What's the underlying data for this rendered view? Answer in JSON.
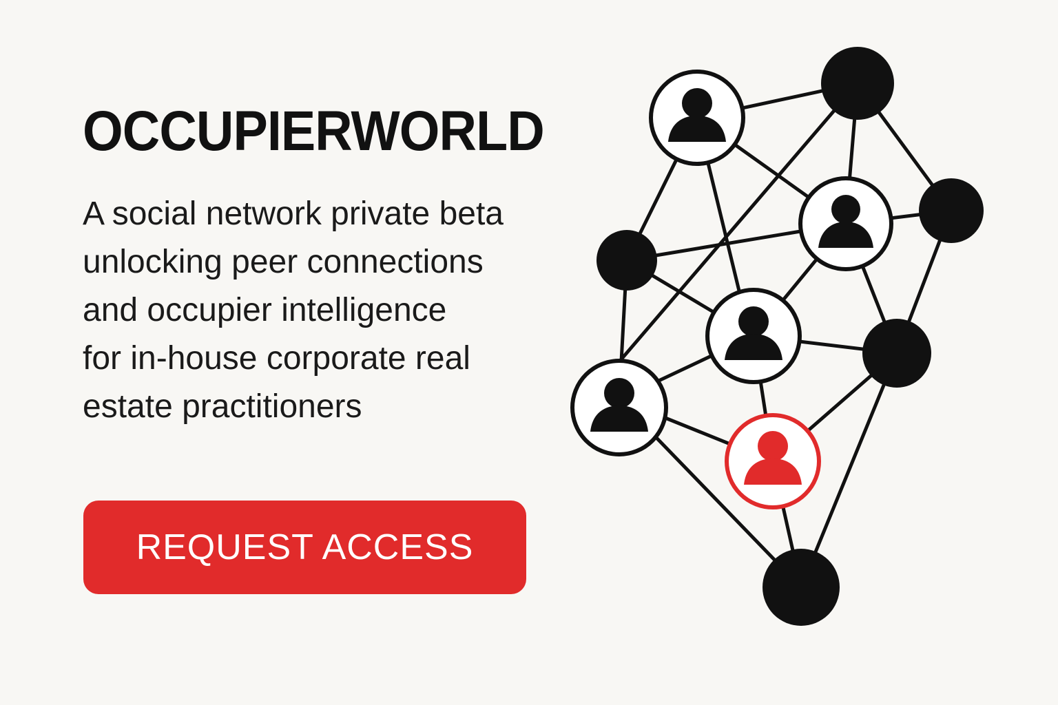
{
  "hero": {
    "title": "OCCUPIERWORLD",
    "tagline_lines": [
      "A social network private beta",
      "unlocking peer connections",
      "and occupier intelligence",
      "for in-house corporate real",
      "estate practitioners"
    ],
    "cta_label": "REQUEST ACCESS"
  },
  "colors": {
    "accent": "#e12b2b",
    "ink": "#111111",
    "background": "#f8f7f4"
  },
  "icons": {
    "user": "user-avatar-icon",
    "node": "network-node-icon"
  }
}
